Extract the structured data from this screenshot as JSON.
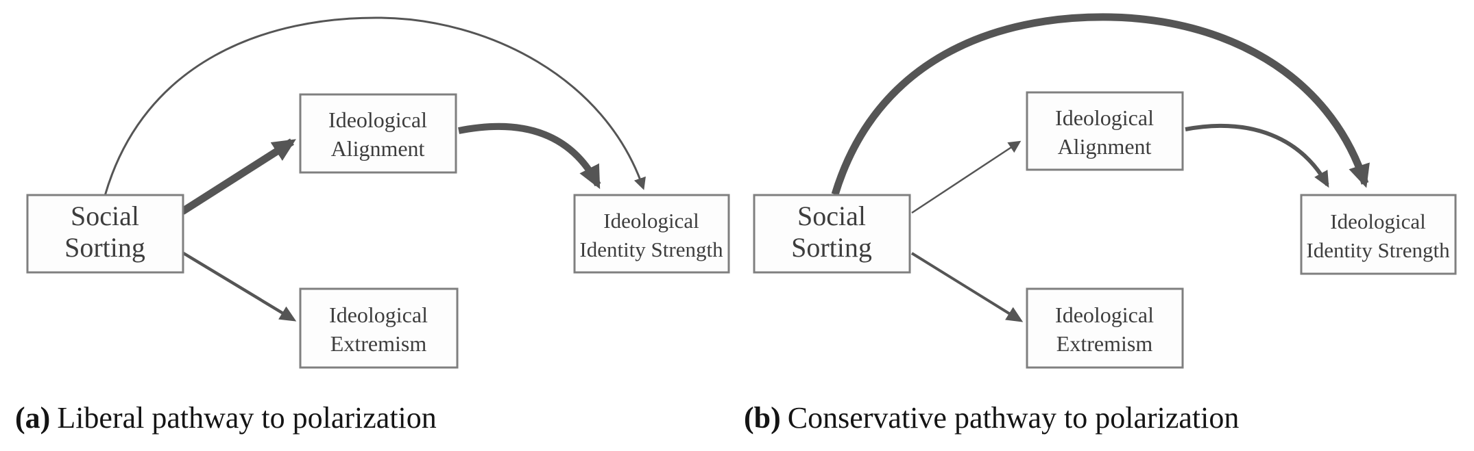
{
  "figure": {
    "background": "#ffffff",
    "box_fill": "#fdfdfd",
    "box_border_color": "#7f7f7f",
    "node_text_color": "#3d3d3d",
    "arrow_color": "#555555",
    "caption_color": "#141414"
  },
  "diagrams": [
    {
      "id": "a",
      "caption_label": "(a)",
      "caption_text": "Liberal pathway to polarization",
      "nodes": {
        "social_sorting": {
          "line1": "Social",
          "line2": "Sorting"
        },
        "ideological_alignment": {
          "line1": "Ideological",
          "line2": "Alignment"
        },
        "ideological_extremism": {
          "line1": "Ideological",
          "line2": "Extremism"
        },
        "ideological_identity_strength": {
          "line1": "Ideological",
          "line2": "Identity Strength"
        }
      },
      "edges": [
        {
          "from": "social_sorting",
          "to": "ideological_identity_strength",
          "shape": "arc-over-top",
          "weight": "thin",
          "stroke_width": "3"
        },
        {
          "from": "social_sorting",
          "to": "ideological_alignment",
          "shape": "straight",
          "weight": "thick",
          "stroke_width": "11"
        },
        {
          "from": "ideological_alignment",
          "to": "ideological_identity_strength",
          "shape": "curve-down",
          "weight": "thick",
          "stroke_width": "10"
        },
        {
          "from": "social_sorting",
          "to": "ideological_extremism",
          "shape": "straight",
          "weight": "medium",
          "stroke_width": "4.5"
        }
      ]
    },
    {
      "id": "b",
      "caption_label": "(b)",
      "caption_text": "Conservative pathway to polarization",
      "nodes": {
        "social_sorting": {
          "line1": "Social",
          "line2": "Sorting"
        },
        "ideological_alignment": {
          "line1": "Ideological",
          "line2": "Alignment"
        },
        "ideological_extremism": {
          "line1": "Ideological",
          "line2": "Extremism"
        },
        "ideological_identity_strength": {
          "line1": "Ideological",
          "line2": "Identity Strength"
        }
      },
      "edges": [
        {
          "from": "social_sorting",
          "to": "ideological_identity_strength",
          "shape": "arc-over-top",
          "weight": "thick",
          "stroke_width": "11"
        },
        {
          "from": "social_sorting",
          "to": "ideological_alignment",
          "shape": "straight",
          "weight": "thin",
          "stroke_width": "2.5"
        },
        {
          "from": "ideological_alignment",
          "to": "ideological_identity_strength",
          "shape": "curve-down",
          "weight": "medium",
          "stroke_width": "6"
        },
        {
          "from": "social_sorting",
          "to": "ideological_extremism",
          "shape": "straight",
          "weight": "medium",
          "stroke_width": "4"
        }
      ]
    }
  ]
}
